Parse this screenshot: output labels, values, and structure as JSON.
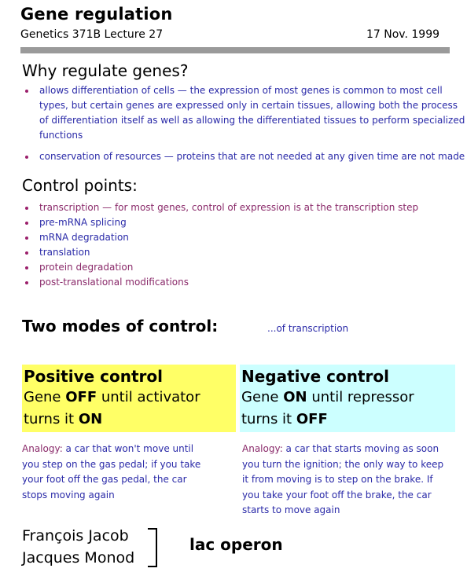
{
  "header": {
    "title": "Gene regulation",
    "course": "Genetics 371B Lecture 27",
    "date": "17 Nov. 1999"
  },
  "why": {
    "heading": "Why regulate genes?",
    "items": [
      "allows differentiation of cells — the expression of most genes is common to most cell types, but certain genes are expressed only in certain tissues, allowing both the process of differentiation itself as well as allowing the differentiated tissues to perform specialized functions",
      "conservation of resources — proteins that are not needed at any given time are not made"
    ]
  },
  "control_points": {
    "heading": "Control points:",
    "items": [
      "transcription — for most genes, control of expression is at the transcription step",
      "pre-mRNA splicing",
      "mRNA degradation",
      "translation",
      "protein degradation",
      "post-translational modifications"
    ]
  },
  "modes": {
    "heading": "Two modes of control:",
    "note": "...of transcription"
  },
  "positive": {
    "title": "Positive control",
    "line1_pre": "Gene ",
    "line1_bold": "OFF",
    "line1_post": " until activator",
    "line2_pre": "turns it ",
    "line2_bold": "ON",
    "analogy_label": "Analogy:",
    "analogy_text": " a car that won't move until you step on the gas pedal; if you take your foot off the gas pedal, the car stops moving again",
    "bg": "#ffff66"
  },
  "negative": {
    "title": "Negative control",
    "line1_pre": "Gene ",
    "line1_bold": "ON",
    "line1_post": " until repressor",
    "line2_pre": "turns it ",
    "line2_bold": "OFF",
    "analogy_label": "Analogy:",
    "analogy_text": " a car that starts moving as soon you turn the ignition; the only way to keep it from moving is to step on the brake.  If you take your foot off the brake, the car starts to move again",
    "bg": "#ccffff"
  },
  "footer": {
    "name1": "François Jacob",
    "name2": "Jacques Monod",
    "operon": "lac operon"
  },
  "colors": {
    "body_text": "#2a2aa8",
    "accent_text": "#8a2a6a",
    "bullet": "#9b1f6b",
    "rule": "#9a9a9a"
  }
}
